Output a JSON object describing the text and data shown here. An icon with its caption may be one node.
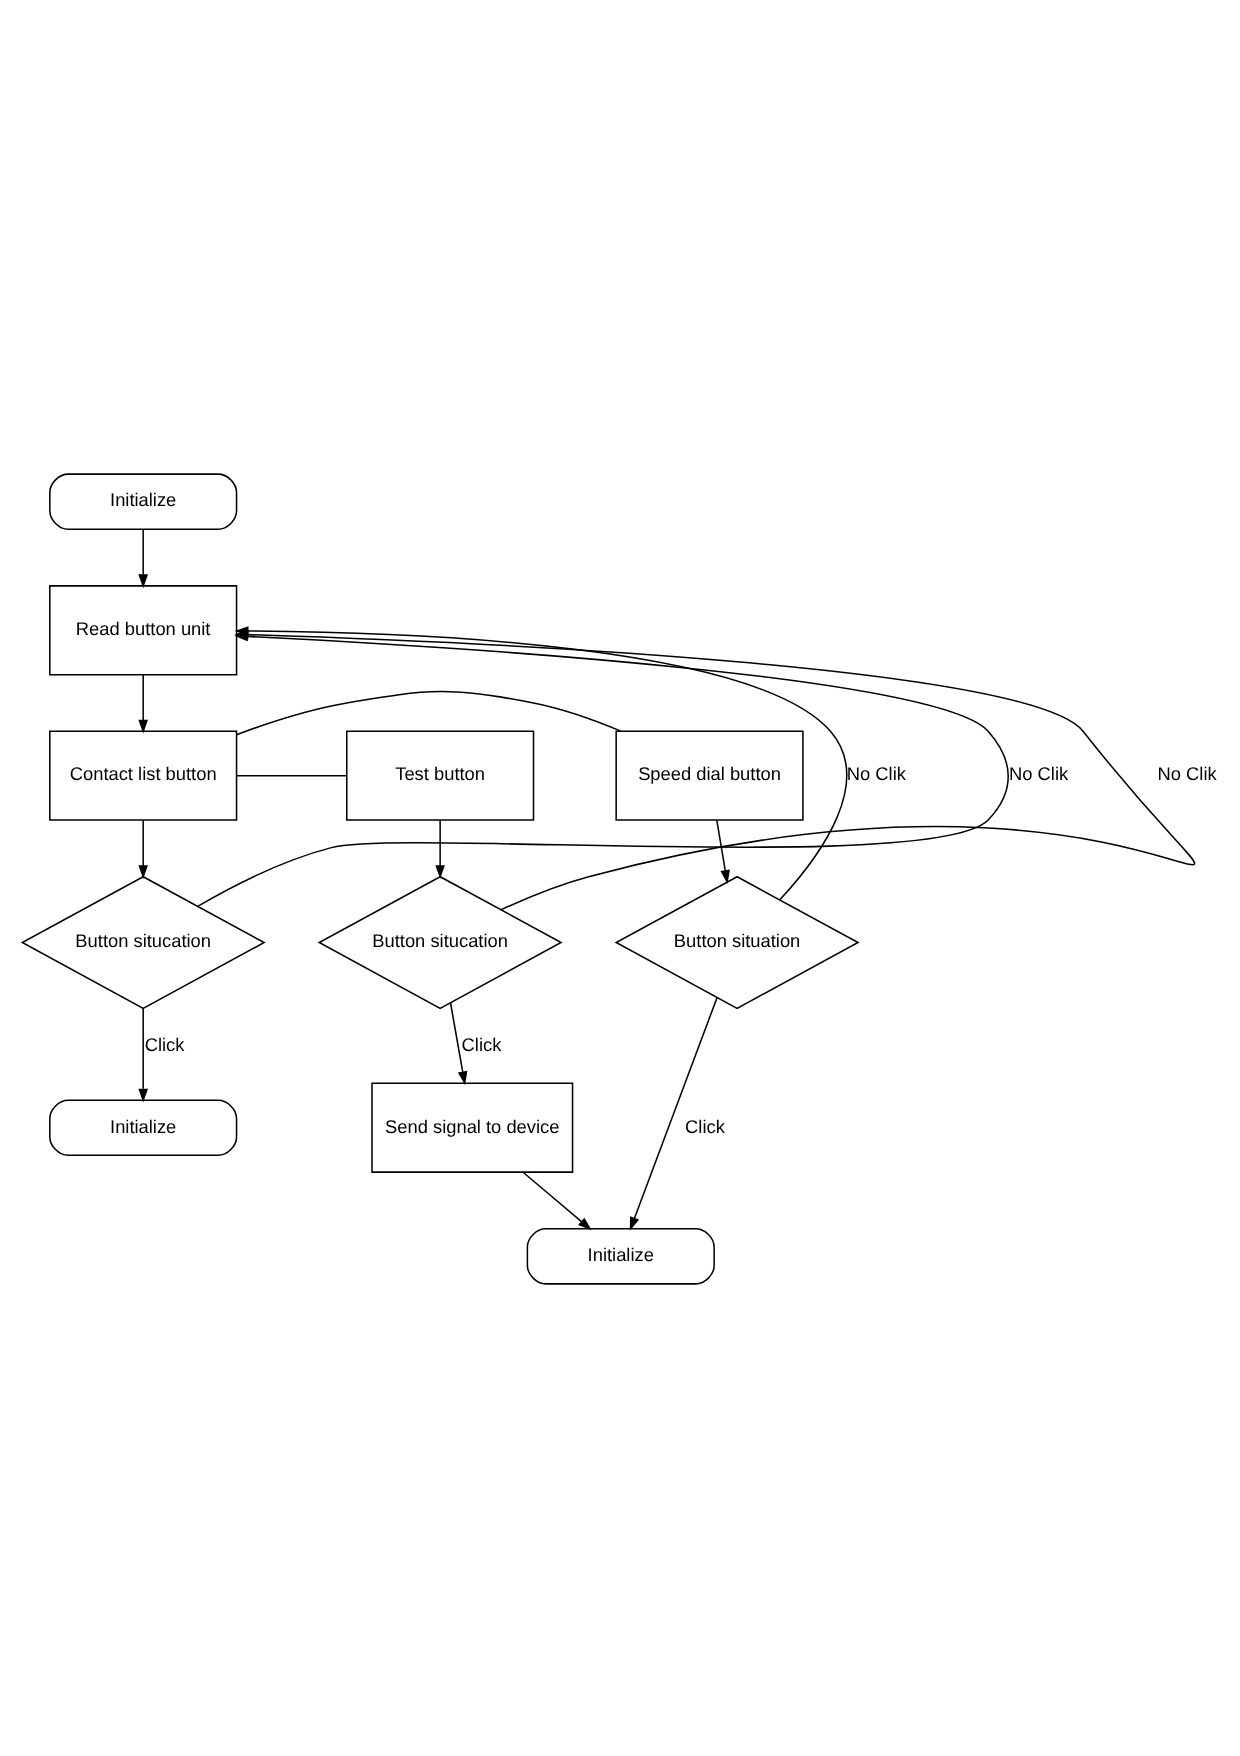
{
  "diagram": {
    "nodes": [
      {
        "text": [
          "Initialize"
        ]
      },
      {
        "text": [
          "Read button unit"
        ]
      },
      {
        "text": [
          "Speed dial button"
        ]
      },
      {
        "text": [
          "Contact list button"
        ]
      },
      {
        "text": [
          "Test button"
        ]
      },
      {
        "text": [
          "Button situation"
        ]
      },
      {
        "text": [
          "Button situcation"
        ]
      },
      {
        "text": [
          "Button situcation"
        ]
      },
      {
        "text": [
          "Initialize"
        ]
      },
      {
        "text": [
          "Send signal to device"
        ]
      },
      {
        "text": [
          "Initialize"
        ]
      }
    ],
    "edges": [
      {
        "from": 0,
        "to": 1,
        "arrow": "to"
      },
      {
        "from": 1,
        "to": 3,
        "arrow": "to"
      },
      {
        "from": 3,
        "to": 2,
        "arrow": "none"
      },
      {
        "from": 3,
        "to": 4,
        "arrow": "none"
      },
      {
        "from": 2,
        "to": 5,
        "arrow": "to"
      },
      {
        "from": 3,
        "to": 6,
        "arrow": "to"
      },
      {
        "from": 4,
        "to": 7,
        "arrow": "to"
      },
      {
        "from": 5,
        "to": 1,
        "arrow": "to",
        "label": "No Clik"
      },
      {
        "from": 6,
        "to": 1,
        "arrow": "to",
        "label": "No Clik"
      },
      {
        "from": 7,
        "to": 1,
        "arrow": "to",
        "label": "No Clik"
      },
      {
        "from": 5,
        "to": 10,
        "arrow": "to",
        "label": "Click"
      },
      {
        "from": 6,
        "to": 8,
        "arrow": "to",
        "label": "Click"
      },
      {
        "from": 7,
        "to": 9,
        "arrow": "to",
        "label": "Click"
      },
      {
        "from": 9,
        "to": 10,
        "arrow": "to"
      }
    ]
  }
}
